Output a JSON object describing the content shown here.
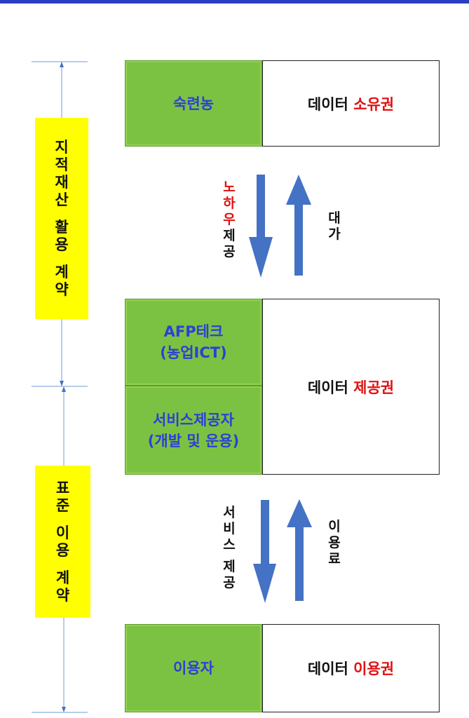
{
  "colors": {
    "accent_blue": "#4472c4",
    "green_box": "#7cc242",
    "yellow_box": "#ffff00",
    "red_text": "#e01010"
  },
  "left_labels": {
    "ip_contract": [
      "지",
      "적",
      "재",
      "산",
      "",
      "활",
      "용",
      "",
      "계",
      "약"
    ],
    "standard_contract": [
      "표",
      "준",
      "",
      "이",
      "용",
      "",
      "계",
      "약"
    ]
  },
  "rows": {
    "row1": {
      "actor": "숙련농",
      "right_prefix": "데이터",
      "right_red": "소유권"
    },
    "row2": {
      "actor_top_1": "AFP테크",
      "actor_top_2": "(농업ICT)",
      "actor_bottom_1": "서비스제공자",
      "actor_bottom_2": "(개발 및 운용)",
      "right_prefix": "데이터",
      "right_red": "제공권"
    },
    "row3": {
      "actor": "이용자",
      "right_prefix": "데이터",
      "right_red": "이용권"
    }
  },
  "arrows": {
    "upper_down_label_red": [
      "노",
      "하",
      "우"
    ],
    "upper_down_label_black": [
      "제",
      "공"
    ],
    "upper_up_label": [
      "대",
      "가"
    ],
    "lower_down_label": [
      "서",
      "비",
      "스",
      "",
      "제",
      "공"
    ],
    "lower_up_label": [
      "이",
      "용",
      "료"
    ]
  }
}
